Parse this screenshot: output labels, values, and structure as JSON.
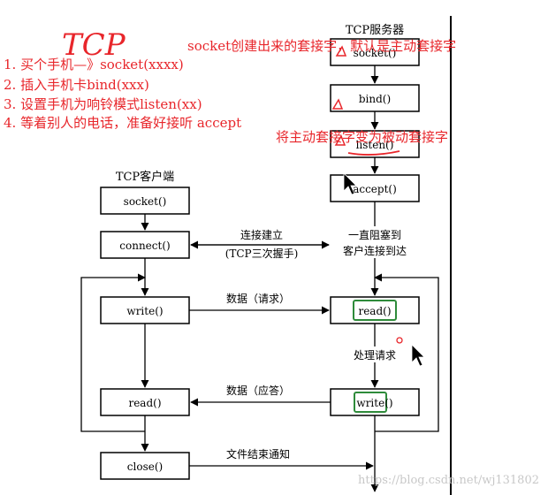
{
  "handwritten_title": "TCP",
  "server": {
    "header": "TCP服务器",
    "boxes": [
      "socket()",
      "bind()",
      "listen()",
      "accept()",
      "read()",
      "write()"
    ],
    "block_note_line1": "一直阻塞到",
    "block_note_line2": "客户连接到达",
    "process_label": "处理请求"
  },
  "client": {
    "header": "TCP客户端",
    "boxes": [
      "socket()",
      "connect()",
      "write()",
      "read()",
      "close()"
    ]
  },
  "connections": {
    "establish_line1": "连接建立",
    "establish_line2": "(TCP三次握手)",
    "request": "数据（请求）",
    "response": "数据（应答）",
    "eof": "文件结束通知"
  },
  "annotations": {
    "socket_note": "socket创建出来的套接字，默认是主动套接字",
    "listen_note": "将主动套接字变为被动套接字",
    "steps": [
      "1. 买个手机—》socket(xxxx)",
      "2. 插入手机卡bind(xxx)",
      "3. 设置手机为响铃模式listen(xx)",
      "4. 等着别人的电话，准备好接听  accept"
    ]
  },
  "watermark": "https://blog.csdn.net/wj131802",
  "colors": {
    "annotation_red": "#e8262b",
    "highlight_green": "#2e8b3a",
    "line": "#000000"
  }
}
